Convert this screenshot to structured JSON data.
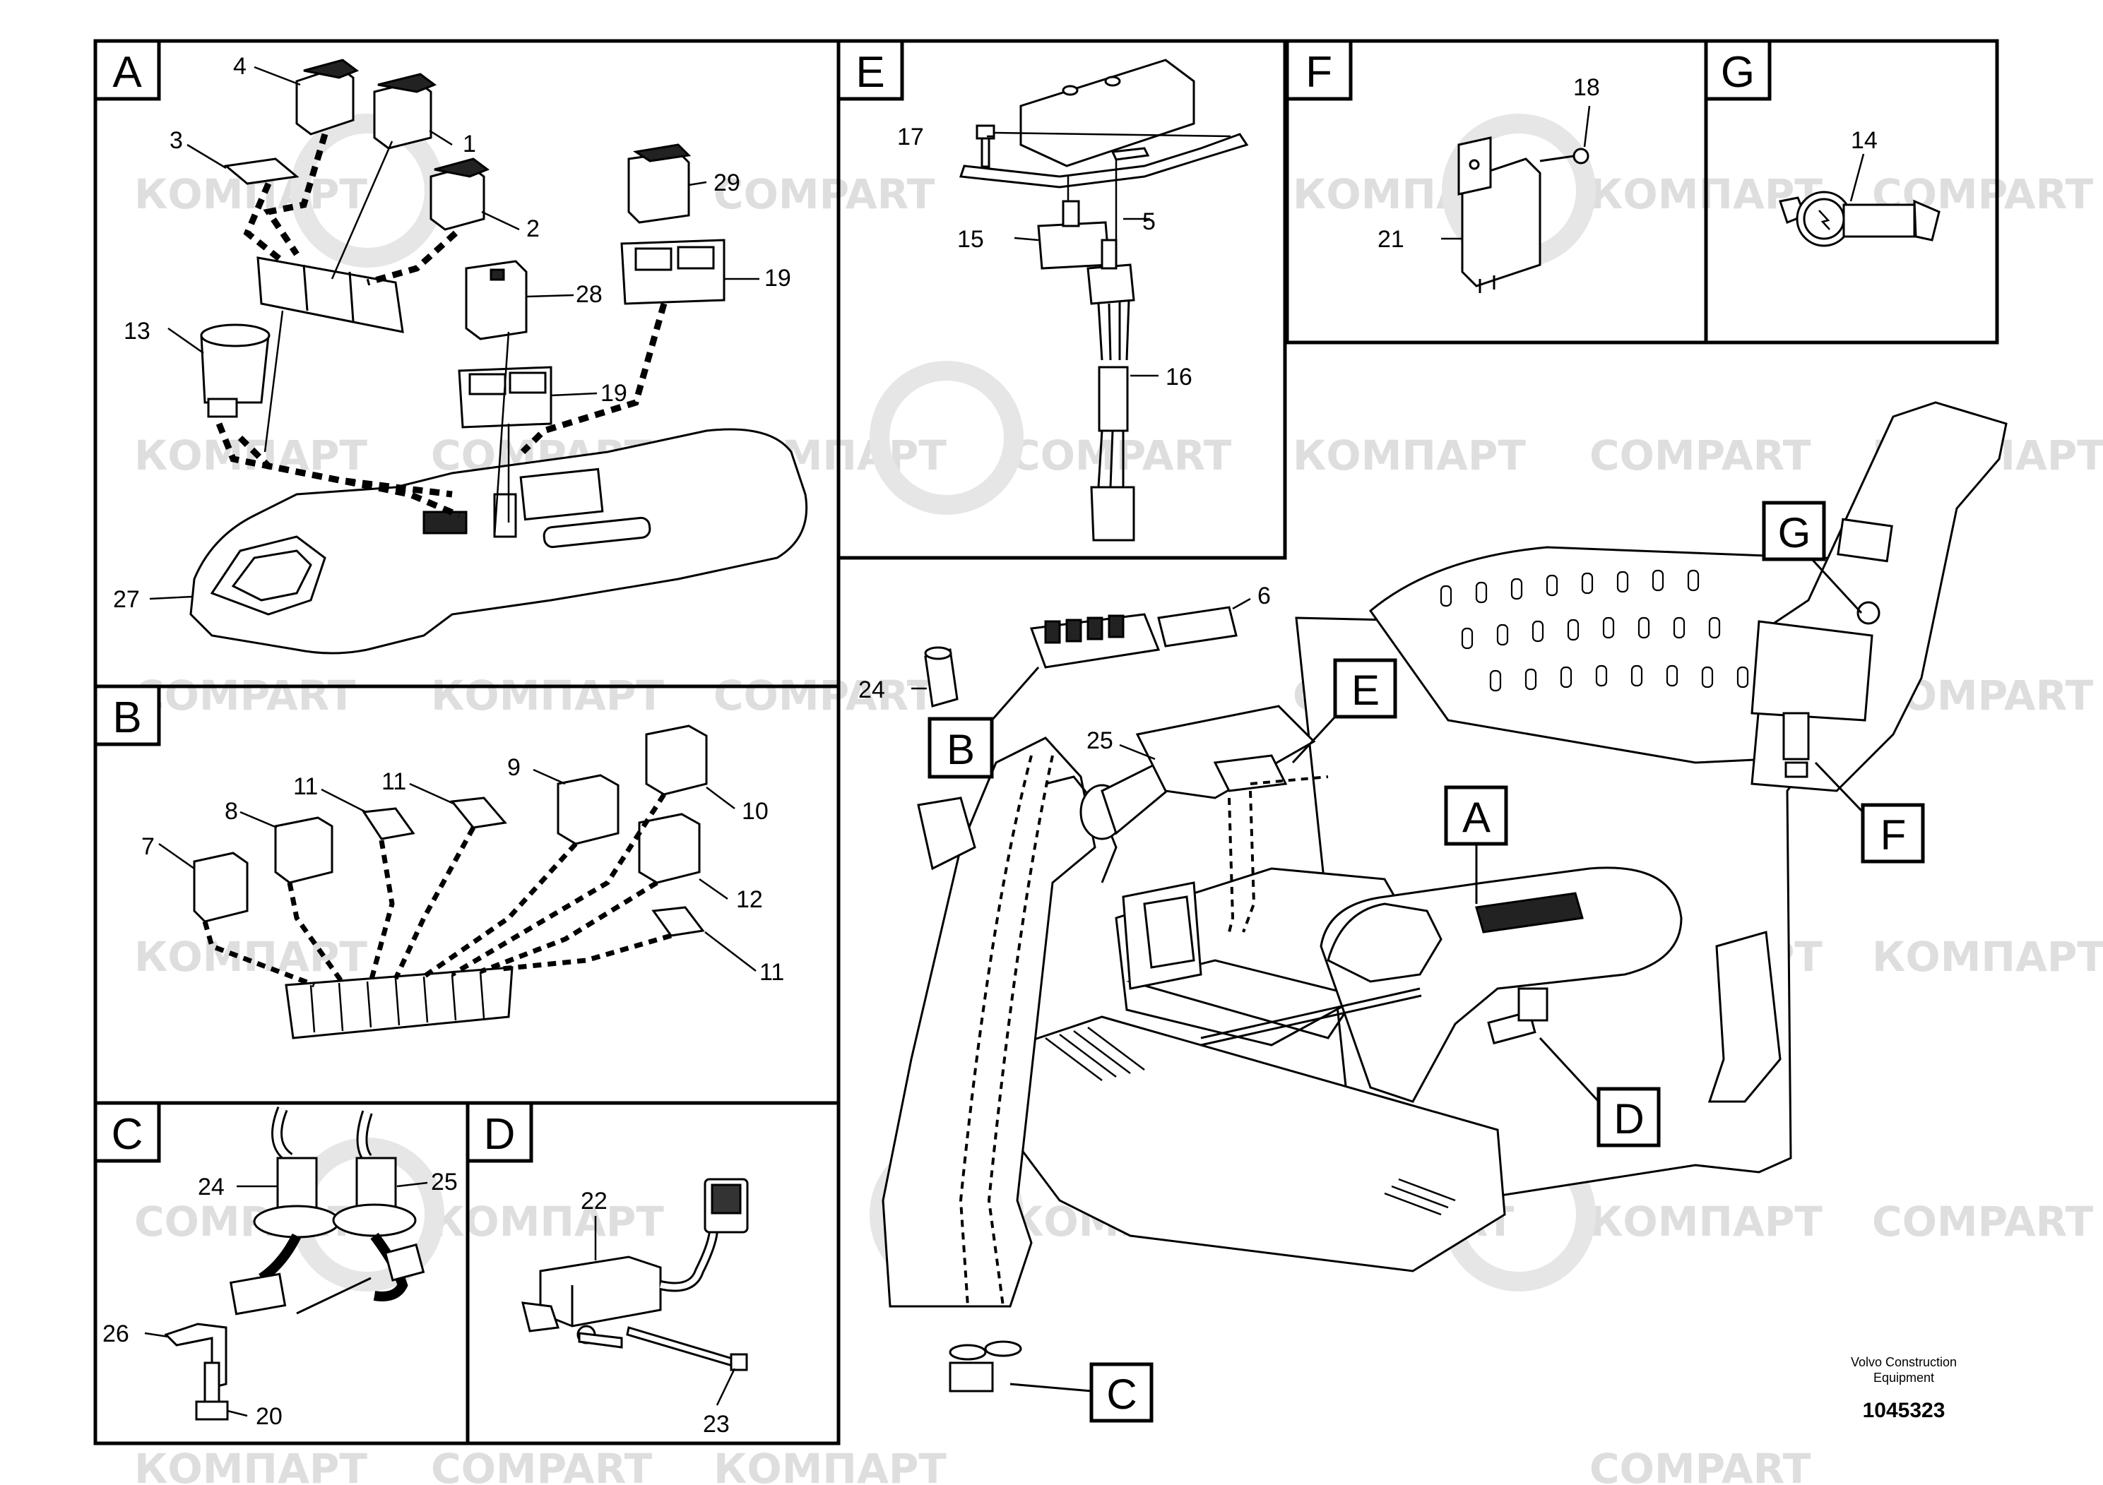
{
  "watermark": {
    "texts": [
      "КОМПАРТ",
      "COMPART"
    ],
    "color": "#dcdcdc"
  },
  "panels": {
    "A": {
      "letter": "A"
    },
    "B": {
      "letter": "B"
    },
    "C": {
      "letter": "C"
    },
    "D": {
      "letter": "D"
    },
    "E": {
      "letter": "E"
    },
    "F": {
      "letter": "F"
    },
    "G": {
      "letter": "G"
    }
  },
  "callouts": {
    "A": {
      "letter": "A"
    },
    "B": {
      "letter": "B"
    },
    "C": {
      "letter": "C"
    },
    "D": {
      "letter": "D"
    },
    "E": {
      "letter": "E"
    },
    "F": {
      "letter": "F"
    },
    "G": {
      "letter": "G"
    }
  },
  "part_numbers": {
    "p1": "1",
    "p2": "2",
    "p3": "3",
    "p4": "4",
    "p5": "5",
    "p6": "6",
    "p7": "7",
    "p8": "8",
    "p9": "9",
    "p10": "10",
    "p11a": "11",
    "p11b": "11",
    "p11c": "11",
    "p12": "12",
    "p13": "13",
    "p14": "14",
    "p15": "15",
    "p16": "16",
    "p17": "17",
    "p18": "18",
    "p19a": "19",
    "p19b": "19",
    "p20": "20",
    "p21": "21",
    "p22": "22",
    "p23": "23",
    "p24a": "24",
    "p24b": "24",
    "p25a": "25",
    "p25b": "25",
    "p26": "26",
    "p27": "27",
    "p28": "28",
    "p29": "29"
  },
  "footer": {
    "company_line1": "Volvo Construction",
    "company_line2": "Equipment",
    "drawing_number": "1045323"
  }
}
